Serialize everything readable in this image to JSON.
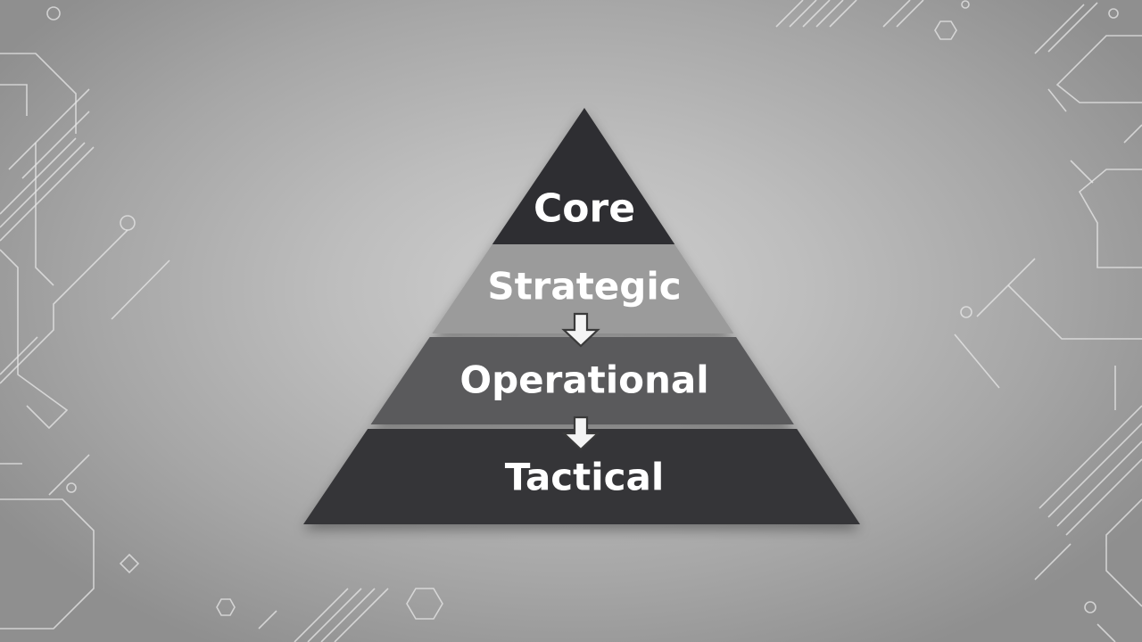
{
  "pyramid": {
    "tiers": [
      {
        "label": "Core",
        "color": "#2e2e30"
      },
      {
        "label": "Strategic",
        "color": "#9b9b9b"
      },
      {
        "label": "Operational",
        "color": "#5a5a5c"
      },
      {
        "label": "Tactical",
        "color": "#353537"
      }
    ]
  },
  "background": {
    "center_color": "#cfcfcf",
    "edge_color": "#8f8f8f",
    "line_color": "#e8e8e8"
  }
}
